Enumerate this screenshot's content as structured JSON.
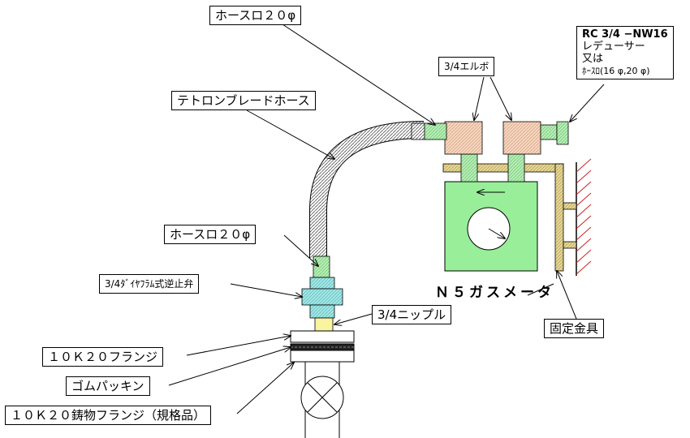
{
  "labels": {
    "hose_port_top": "ホースロ２０φ",
    "teflon_hose": "テトロンブレードホース",
    "hose_port_mid": "ホースロ２０φ",
    "check_valve": "3/4ﾀﾞｲﾔﾌﾗﾑ式逆止弁",
    "nipple": "3/4ニップル",
    "flange": "１０Ｋ２０フランジ",
    "gasket": "ゴムパッキン",
    "cast_flange": "１０Ｋ２０鋳物フランジ（規格品）",
    "elbow": "3/4エルボ",
    "gas_meter": "Ｎ５ガスメータ",
    "bracket": "固定金具"
  },
  "reducer": {
    "line1": "RC 3/4 −NW16",
    "line2": "レデューサー",
    "line3": "又は",
    "line4": "ﾎｰｽﾛ(16 φ,20 φ)"
  },
  "colors": {
    "pipe_green": "#b4f0b4",
    "meter_green": "#99ee99",
    "elbow_orange": "#f8d8b8",
    "valve_cyan": "#a0eaea",
    "nipple_yellow": "#f8f4a0",
    "bracket_tan": "#e8d890",
    "wall_red": "#d02020"
  }
}
